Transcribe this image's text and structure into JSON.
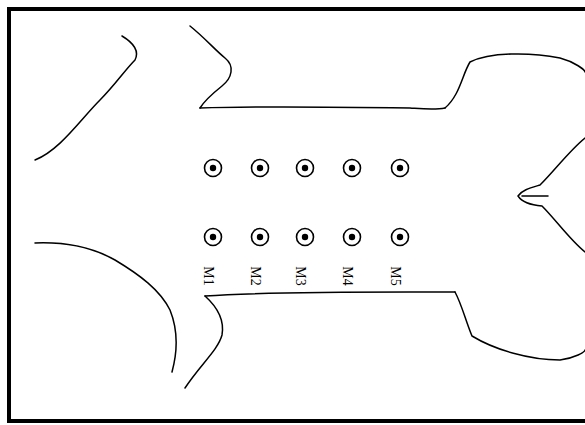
{
  "diagram": {
    "labels": [
      "M1",
      "M2",
      "M3",
      "M4",
      "M5"
    ]
  }
}
